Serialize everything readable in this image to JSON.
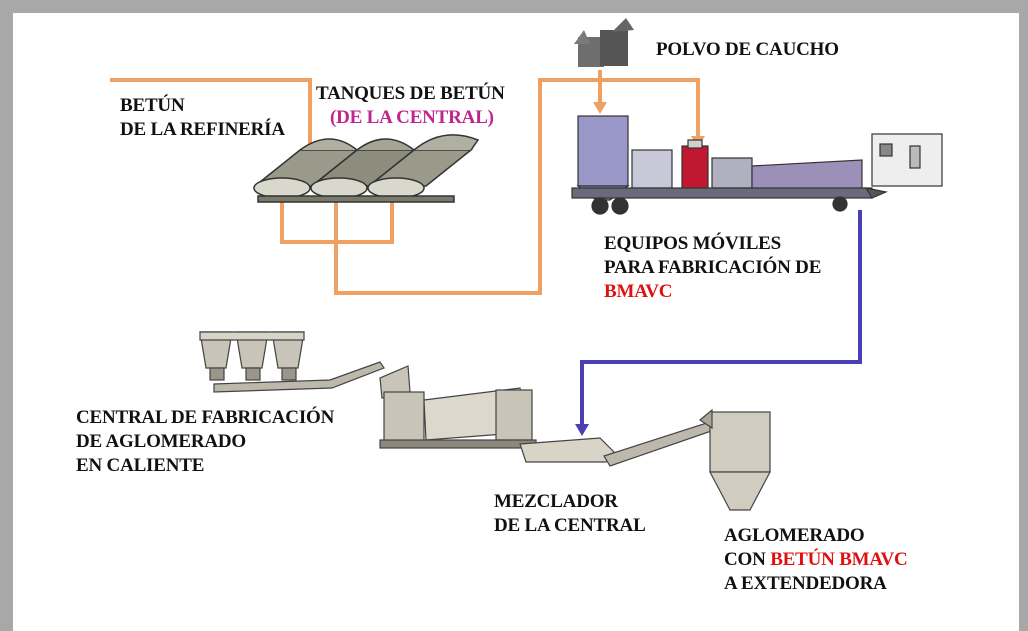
{
  "labels": {
    "powder": "POLVO DE CAUCHO",
    "bitumen_refinery": [
      "BETÚN",
      "DE LA REFINERÍA"
    ],
    "tanks_title": "TANQUES DE BETÚN",
    "tanks_sub": "(DE LA CENTRAL)",
    "mobile": [
      "EQUIPOS MÓVILES",
      "PARA FABRICACIÓN DE"
    ],
    "mobile_highlight": "BMAVC",
    "plant": [
      "CENTRAL DE FABRICACIÓN",
      "DE AGLOMERADO",
      "EN CALIENTE"
    ],
    "mixer": [
      "MEZCLADOR",
      "DE LA CENTRAL"
    ],
    "output_line1": "AGLOMERADO",
    "output_prefix": "CON",
    "output_highlight": "BETÚN BMAVC",
    "output_line3": "A EXTENDEDORA"
  },
  "colors": {
    "bitumen_pipe": "#f0a060",
    "bmavc_pipe": "#4a3fb5",
    "highlight_red": "#e01010",
    "highlight_magenta": "#c0248f"
  }
}
